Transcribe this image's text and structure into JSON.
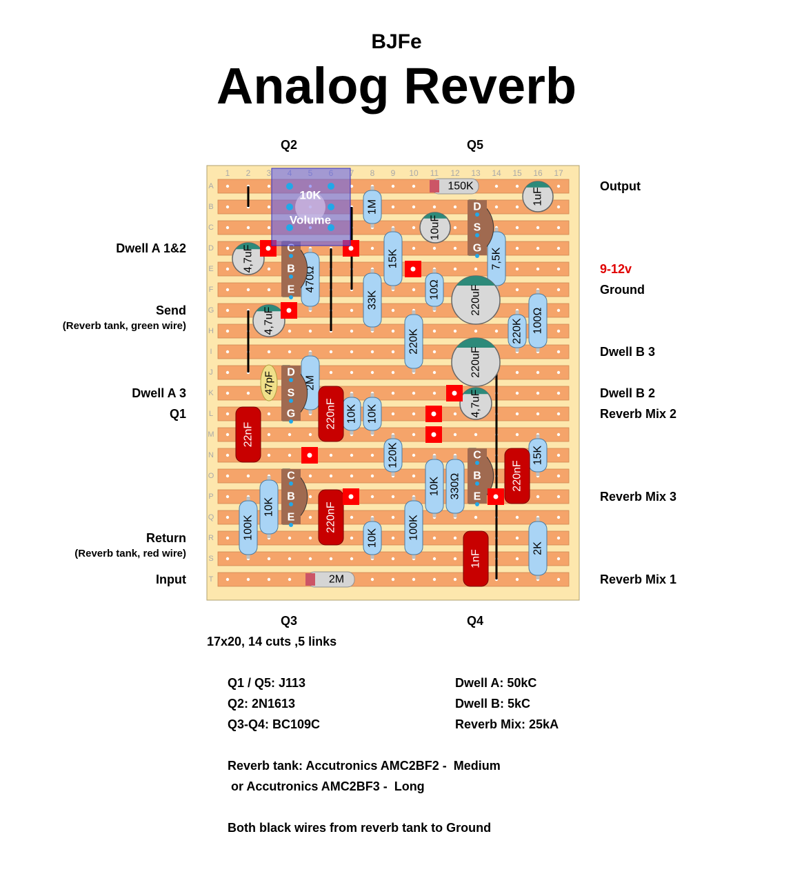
{
  "header": {
    "subtitle": "BJFe",
    "title": "Analog Reverb"
  },
  "transistor_labels": {
    "top_left": "Q2",
    "top_right": "Q5",
    "bottom_left": "Q3",
    "bottom_right": "Q4",
    "left_side": "Q1"
  },
  "board": {
    "columns": [
      "1",
      "2",
      "3",
      "4",
      "5",
      "6",
      "7",
      "8",
      "9",
      "10",
      "11",
      "12",
      "13",
      "14",
      "15",
      "16",
      "17"
    ],
    "rows": [
      "A",
      "B",
      "C",
      "D",
      "E",
      "F",
      "G",
      "H",
      "I",
      "J",
      "K",
      "L",
      "M",
      "N",
      "O",
      "P",
      "Q",
      "R",
      "S",
      "T"
    ],
    "components": {
      "pot": [
        "10K",
        "Volume"
      ],
      "resistors": [
        "150K",
        "1M",
        "15K",
        "7,5K",
        "470Ω",
        "33K",
        "10Ω",
        "220K",
        "220K",
        "100Ω",
        "2M",
        "10K",
        "10K",
        "15K",
        "120K",
        "10K",
        "330Ω",
        "100K",
        "10K",
        "10K",
        "100K",
        "2K",
        "2M"
      ],
      "capacitors": [
        "1uF",
        "10uF",
        "4,7uF",
        "220uF",
        "4,7uF",
        "220uF",
        "47pF",
        "4,7uF",
        "22nF",
        "220nF",
        "220nF",
        "220nF",
        "1nF"
      ],
      "pins": [
        "C",
        "B",
        "E",
        "D",
        "S",
        "G"
      ]
    }
  },
  "connections_left": {
    "dwell_a12": "Dwell A 1&2",
    "send": "Send",
    "send_sub": "(Reverb tank, green wire)",
    "dwell_a3": "Dwell A 3",
    "q1": "Q1",
    "return": "Return",
    "return_sub": "(Reverb tank, red wire)",
    "input": "Input"
  },
  "connections_right": {
    "output": "Output",
    "power": "9-12v",
    "ground": "Ground",
    "dwell_b3": "Dwell B 3",
    "dwell_b2": "Dwell B 2",
    "reverb_mix2": "Reverb Mix 2",
    "reverb_mix3": "Reverb Mix 3",
    "reverb_mix1": "Reverb Mix 1"
  },
  "colors": {
    "strip": "#f5a46a",
    "board": "#fde7ad",
    "resistor": "#a9d4f5",
    "film_cap": "#c80000",
    "cut": "#ff0000",
    "power_label": "#e00000",
    "pot": "#5a5af0"
  },
  "notes": {
    "board_size": "17x20, 14 cuts ,5 links",
    "q1q5": "Q1 / Q5: J113",
    "q2": "Q2: 2N1613",
    "q3q4": "Q3-Q4: BC109C",
    "dwell_a": "Dwell A: 50kC",
    "dwell_b": "Dwell B: 5kC",
    "reverb_mix": "Reverb Mix: 25kA",
    "tank1": "Reverb tank: Accutronics AMC2BF2 -  Medium",
    "tank2": " or Accutronics AMC2BF3 -  Long",
    "ground_note": "Both black wires from reverb tank to Ground"
  }
}
